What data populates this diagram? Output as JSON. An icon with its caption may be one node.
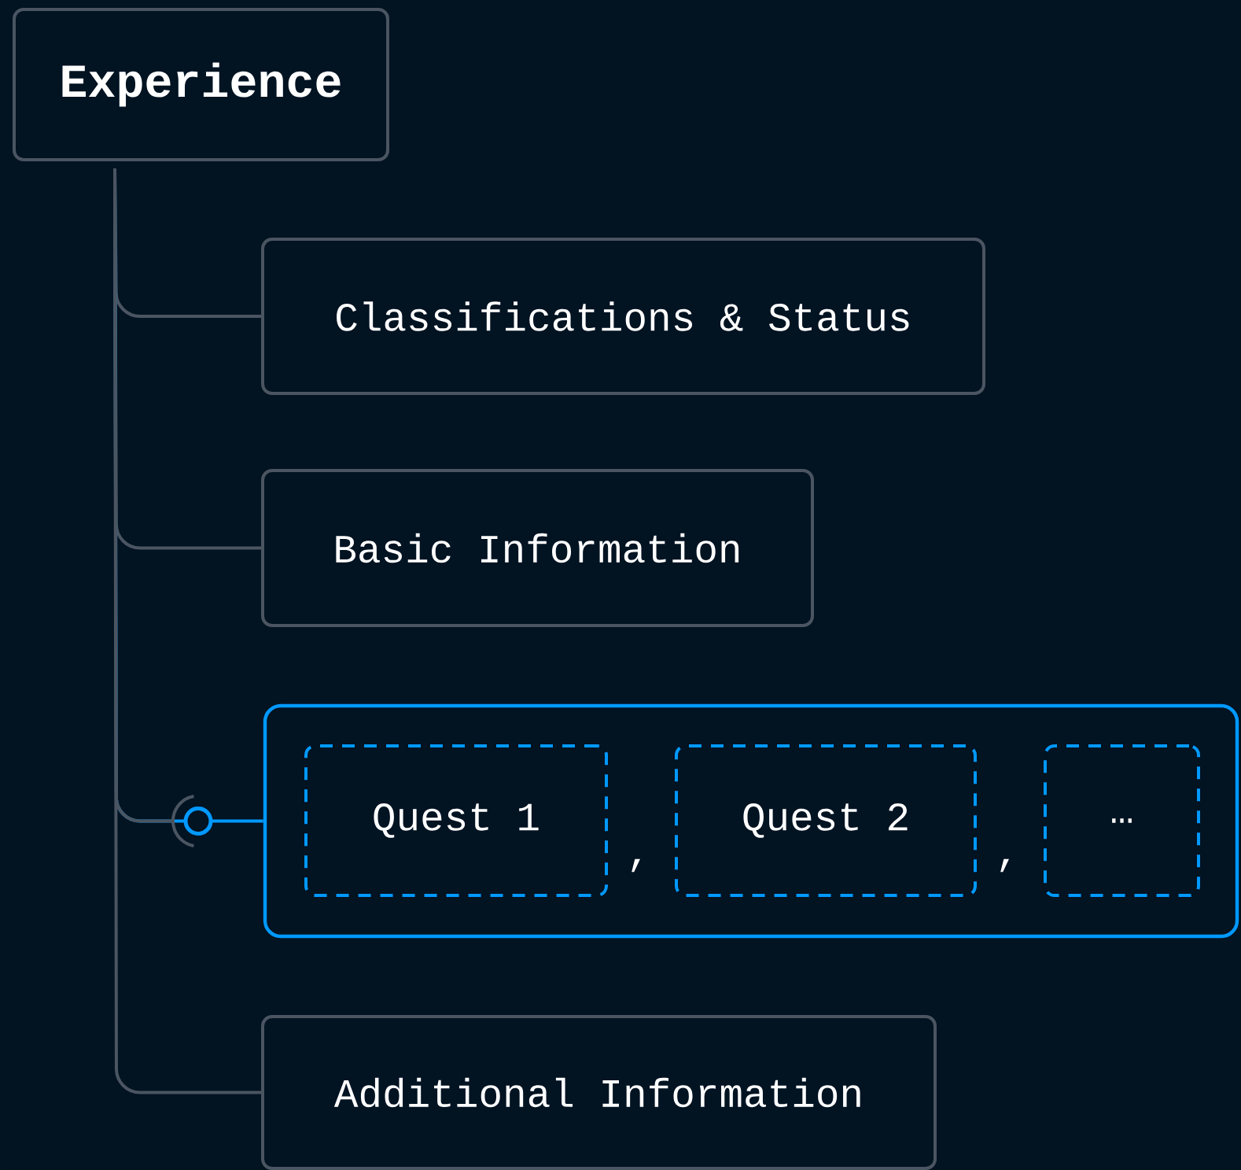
{
  "diagram": {
    "nodes": [
      {
        "text": [
          "Experience"
        ]
      },
      {
        "text": [
          "Classifications & Status"
        ]
      },
      {
        "text": [
          "Basic Information"
        ]
      },
      {
        "text": [],
        "shape": "box"
      },
      {
        "text": [
          "Quest 1"
        ],
        "in": 3
      },
      {
        "text": [
          "Quest 2"
        ],
        "in": 3
      },
      {
        "text": [
          "…"
        ],
        "in": 3
      },
      {
        "text": [
          "Additional Information"
        ]
      }
    ],
    "edges": [
      {
        "from": 0,
        "to": 1,
        "arrow": "none"
      },
      {
        "from": 0,
        "to": 2,
        "arrow": "none"
      },
      {
        "from": 0,
        "to": 3,
        "arrow": "none",
        "color": "#0099ff"
      },
      {
        "from": 0,
        "to": 7,
        "arrow": "none"
      }
    ],
    "labels": [
      ",",
      ","
    ]
  }
}
